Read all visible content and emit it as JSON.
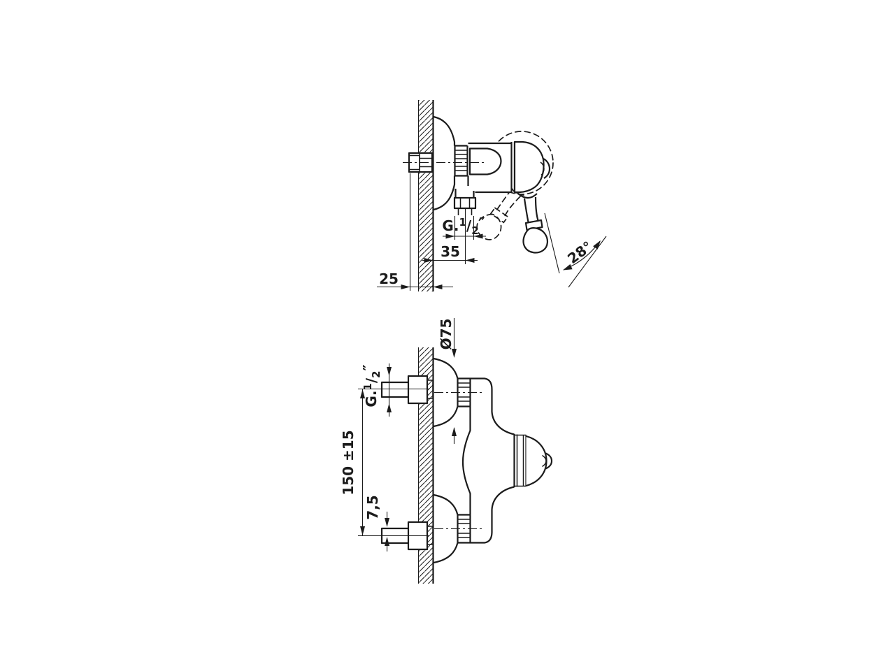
{
  "drawing": {
    "thread_label": {
      "prefix": "G.",
      "numerator": "1",
      "slash": "/",
      "denominator": "2",
      "suffix": "″"
    },
    "side_view": {
      "outlet_offset_mm": "35",
      "wall_thickness_mm": "25",
      "handle_angle": "28°"
    },
    "plan_view": {
      "escutcheon_diameter": "Ø75",
      "inlet_spacing": "150 ±15",
      "eccentric_offset": "7,5"
    },
    "colors": {
      "line": "#1b1b1b",
      "background": "#ffffff"
    }
  }
}
